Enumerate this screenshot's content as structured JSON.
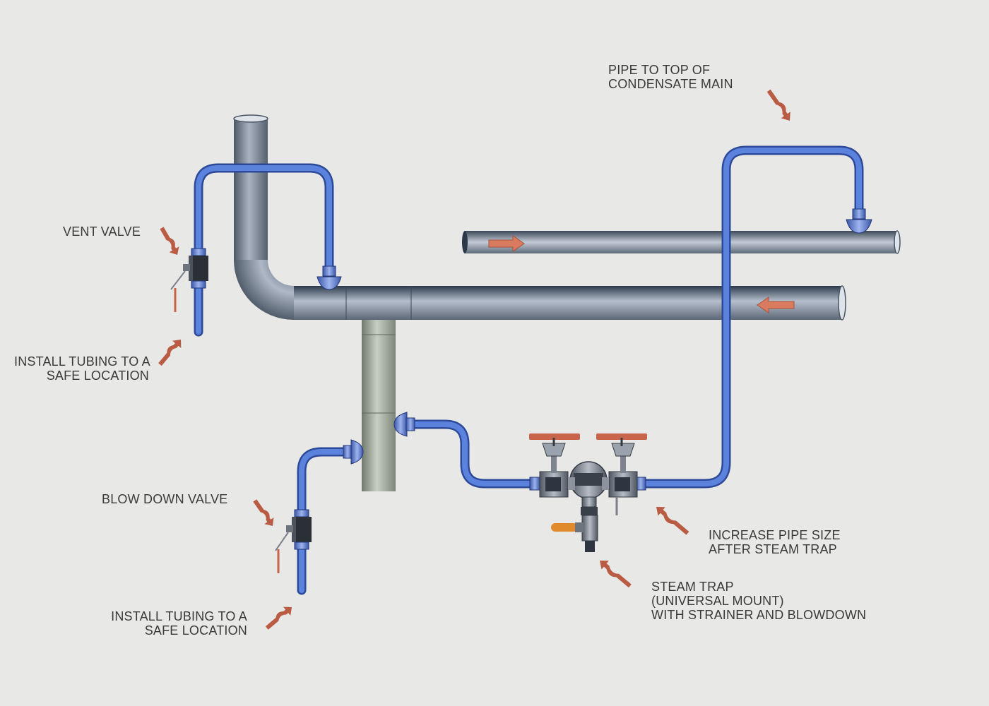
{
  "labels": {
    "pipe_to_top": "PIPE TO TOP OF\nCONDENSATE MAIN",
    "vent_valve": "VENT VALVE",
    "install_tubing_1": "INSTALL TUBING TO A\nSAFE LOCATION",
    "blow_down_valve": "BLOW DOWN VALVE",
    "install_tubing_2": "INSTALL TUBING TO A\nSAFE LOCATION",
    "increase_pipe": "INCREASE PIPE SIZE\nAFTER STEAM TRAP",
    "steam_trap": "STEAM TRAP\n(UNIVERSAL MOUNT)\nWITH STRAINER AND BLOWDOWN"
  },
  "colors": {
    "background": "#e8e9e6",
    "steam_pipe": "#7f8a99",
    "tubing": "#4a6fc6",
    "drip_leg": "#9aa596",
    "pointer_arrow": "#b95c43",
    "valve_handle": "#c7644b",
    "blowdown_handle": "#e08a2c"
  },
  "icons": {
    "flow": "right-arrow",
    "return_flow": "left-arrow",
    "pointer": "curved-arrow"
  }
}
